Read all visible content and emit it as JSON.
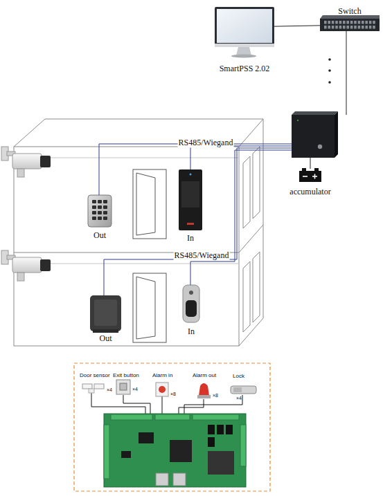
{
  "diagram": {
    "nodes": [
      {
        "text": [
          "SmartPSS 2.02"
        ]
      },
      {
        "text": [
          "Switch"
        ]
      },
      {
        "text": [
          "accumulator"
        ]
      },
      {
        "text": [
          "Out"
        ]
      },
      {
        "text": [
          "In"
        ]
      },
      {
        "text": [
          "Out"
        ]
      },
      {
        "text": [
          "In"
        ]
      },
      {
        "text": [
          "Door sensor",
          "×4"
        ]
      },
      {
        "text": [
          "Exit button",
          "×4"
        ]
      },
      {
        "text": [
          "Alarm in",
          "×8"
        ]
      },
      {
        "text": [
          "Alarm out",
          "×8"
        ]
      },
      {
        "text": [
          "Lock",
          "×4"
        ]
      }
    ],
    "edges": [
      {
        "from": 0,
        "to": 1,
        "arrow": "none"
      }
    ],
    "labels": [
      "RS485/Wiegand",
      "RS485/Wiegand"
    ]
  }
}
